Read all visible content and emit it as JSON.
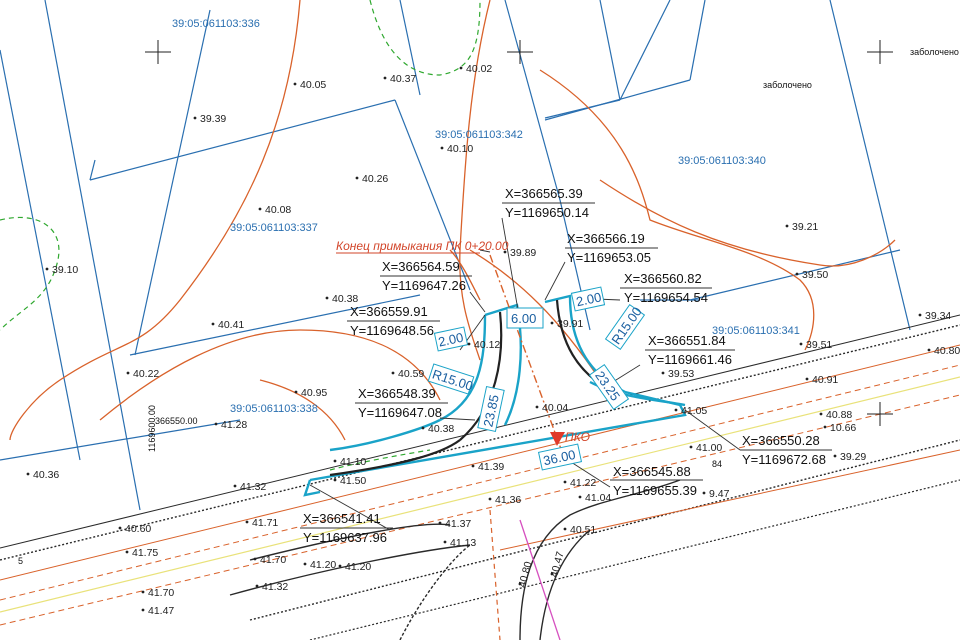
{
  "parcels": [
    {
      "id": "p336",
      "label": "39:05:061103:336"
    },
    {
      "id": "p342",
      "label": "39:05:061103:342"
    },
    {
      "id": "p340",
      "label": "39:05:061103:340"
    },
    {
      "id": "p337",
      "label": "39:05:061103:337"
    },
    {
      "id": "p341",
      "label": "39:05:061103:341"
    },
    {
      "id": "p338",
      "label": "39:05:061103:338"
    }
  ],
  "fence_labels": [
    "заболочено",
    "заболочено"
  ],
  "elevations": [
    "40.37",
    "40.02",
    "40.05",
    "39.39",
    "40.10",
    "40.26",
    "40.08",
    "39.89",
    "39.21",
    "39.10",
    "40.38",
    "40.41",
    "39.91",
    "39.50",
    "40.12",
    "39.34",
    "39.51",
    "40.80",
    "40.22",
    "40.59",
    "40.95",
    "39.53",
    "40.91",
    "41.28",
    "40.04",
    "40.88",
    "10.66",
    "40.38",
    "41.05",
    "41.00",
    "39.29",
    "40.36",
    "41.10",
    "41.50",
    "41.39",
    "9.47",
    "41.32",
    "41.22",
    "41.04",
    "41.36",
    "41.20",
    "41.71",
    "41.37",
    "41.13",
    "40.51",
    "41.75",
    "41.70",
    "41.20",
    "41.32",
    "41.70",
    "41.47",
    "40.80",
    "40.47",
    "40.60"
  ],
  "coordinates": [
    {
      "x": "X=366565.39",
      "y": "Y=1169650.14"
    },
    {
      "x": "X=366566.19",
      "y": "Y=1169653.05"
    },
    {
      "x": "X=366564.59",
      "y": "Y=1169647.26"
    },
    {
      "x": "X=366560.82",
      "y": "Y=1169654.54"
    },
    {
      "x": "X=366559.91",
      "y": "Y=1169648.56"
    },
    {
      "x": "X=366551.84",
      "y": "Y=1169661.46"
    },
    {
      "x": "X=366548.39",
      "y": "Y=1169647.08"
    },
    {
      "x": "X=366550.28",
      "y": "Y=1169672.68"
    },
    {
      "x": "X=366545.88",
      "y": "Y=1169655.39"
    },
    {
      "x": "X=366541.41",
      "y": "Y=1169637.96"
    }
  ],
  "junction_label": "Конец примыкания ПК 0+20.00",
  "dimensions": {
    "width_road": "6.00",
    "shoulder_left": "2.00",
    "shoulder_right": "2.00",
    "radius_left": "R15.00",
    "radius_right": "R15.00",
    "arc_left": "23.85",
    "arc_right": "23.25",
    "length_main": "36.00"
  },
  "grid_marks": {
    "grid_x": "366550.00",
    "grid_y": "1169600.00"
  },
  "misc": {
    "pk_mark": "ПКО",
    "misc_84": "84",
    "misc_5": "5"
  },
  "colors": {
    "parcel_line": "#2a6fb0",
    "contour": "#d9622b",
    "design": "#1aa3c8",
    "road": "#2a2a2a",
    "vegetation": "#2fa82f",
    "boundary_pink": "#d64fbf"
  }
}
